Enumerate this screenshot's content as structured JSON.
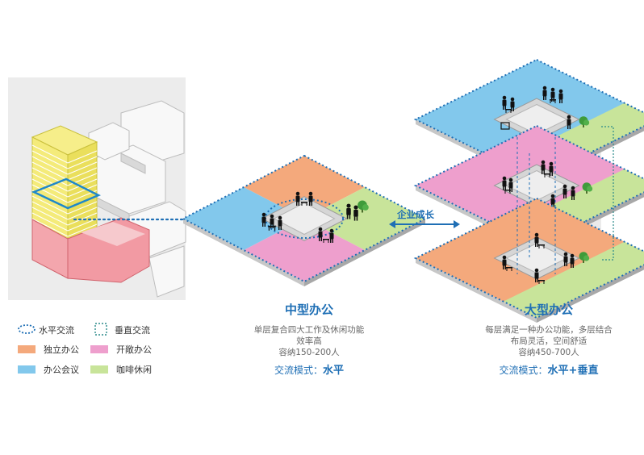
{
  "growth_label": "企业成长",
  "legend": {
    "horizontal": "水平交流",
    "vertical": "垂直交流",
    "independent": "独立办公",
    "open": "开敞办公",
    "meeting": "办公会议",
    "cafe": "咖啡休闲"
  },
  "colors": {
    "independent": "#f4a97c",
    "open": "#ee9fcd",
    "meeting": "#82c8ec",
    "cafe": "#c8e49a",
    "flow": "#1f6fb5"
  },
  "medium": {
    "title": "中型办公",
    "line1": "单层复合四大工作及休闲功能",
    "line2": "效率高",
    "line3": "容纳150-200人",
    "mode_prefix": "交流模式：",
    "mode_value": "水平"
  },
  "large": {
    "title": "大型办公",
    "line1": "每层满足一种办公功能，多层结合",
    "line2": "布局灵活，空间舒适",
    "line3": "容纳450-700人",
    "mode_prefix": "交流模式：",
    "mode_value": "水平+垂直"
  }
}
